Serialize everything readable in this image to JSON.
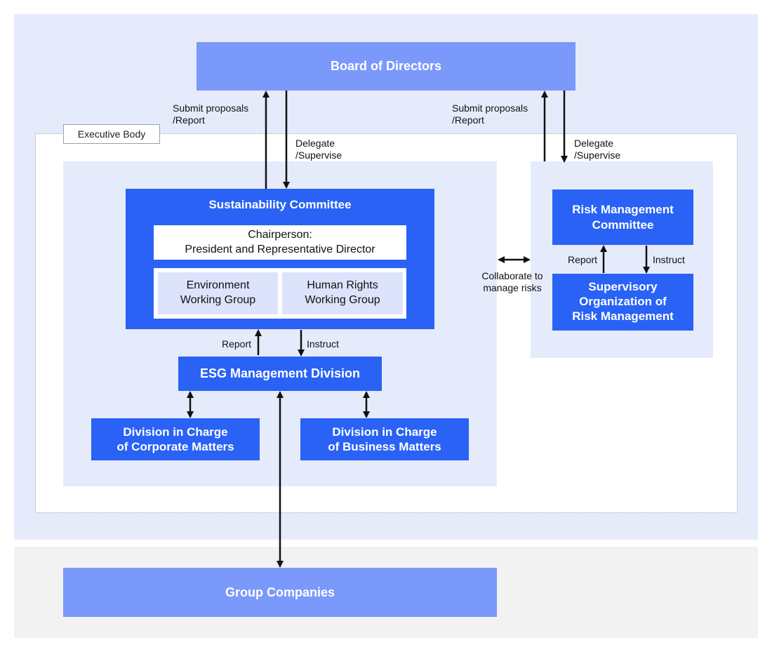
{
  "board": {
    "title": "Board of Directors"
  },
  "executive_body": {
    "label": "Executive Body"
  },
  "links": {
    "submit_left": "Submit proposals\n/Report",
    "delegate_left": "Delegate\n/Supervise",
    "submit_right": "Submit proposals\n/Report",
    "delegate_right": "Delegate\n/Supervise",
    "collaborate": "Collaborate to\nmanage risks",
    "report_sc": "Report",
    "instruct_sc": "Instruct",
    "report_rm": "Report",
    "instruct_rm": "Instruct"
  },
  "sustainability_committee": {
    "title": "Sustainability Committee",
    "chairperson": "Chairperson:\nPresident and Representative Director",
    "working_groups": [
      "Environment\nWorking Group",
      "Human Rights\nWorking Group"
    ]
  },
  "esg_division": {
    "title": "ESG Management Division"
  },
  "divisions": [
    "Division in Charge\nof Corporate Matters",
    "Division in Charge\nof Business Matters"
  ],
  "risk": {
    "committee": "Risk Management\nCommittee",
    "supervisory": "Supervisory\nOrganization of\nRisk Management"
  },
  "group_companies": {
    "title": "Group Companies"
  },
  "colors": {
    "light_blue": "#7b98fb",
    "strong_blue": "#2962f5",
    "pale_panel": "#e6ebfc",
    "gray_panel": "#f2f2f2"
  }
}
